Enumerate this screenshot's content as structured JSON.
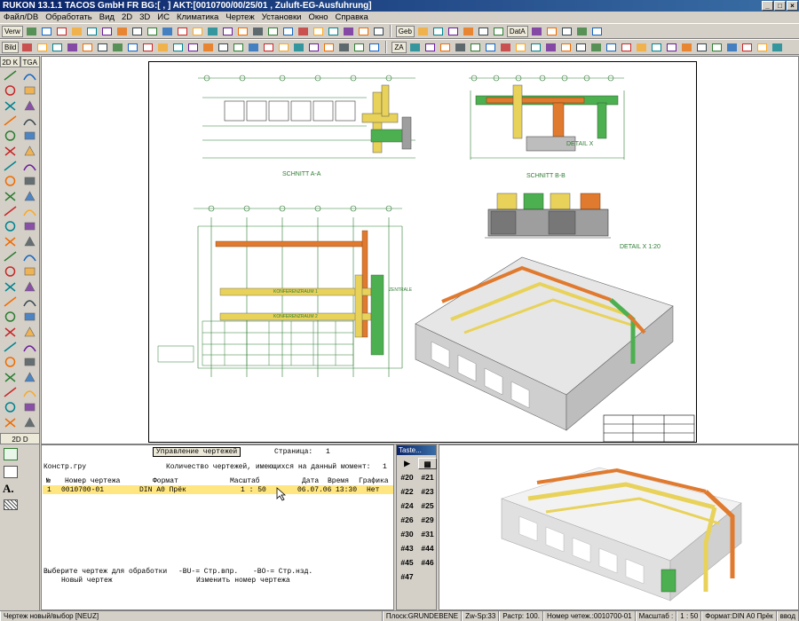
{
  "window": {
    "title": "RUKON 13.1.1 TACOS GmbH FR   BG:[  ,  ] AKT:[0010700/00/25/01 , Zuluft-EG-Ausfuhrung]"
  },
  "menu": [
    "Файл/DB",
    "Обработать",
    "Вид",
    "2D",
    "3D",
    "ИС",
    "Климатика",
    "Чертеж",
    "Установки",
    "Окно",
    "Справка"
  ],
  "toolbar1": {
    "labels": [
      "Verw",
      "Geb",
      "DatA"
    ]
  },
  "toolbar2": {
    "labels": [
      "Bild",
      "ZA"
    ]
  },
  "palette": {
    "top_labels": [
      "2D K",
      "TGA"
    ],
    "bottom_label": "2D D",
    "text_tool": "A."
  },
  "drawing": {
    "section_a": "SCHNITT A-A",
    "section_b": "SCHNITT B-B",
    "detail_x": "DETAIL X",
    "detail_x_scale": "DETAIL X 1:20",
    "room1": "KONFERENZRAUM 1",
    "room2": "KONFERENZRAUM 2",
    "central": "ZENTRALE"
  },
  "management": {
    "title": "Управление чертежей",
    "page_label": "Страница:",
    "page_value": "1",
    "group": "Констр.гру",
    "count_label": "Количество чертежей, имеющихся на данный момент:",
    "count_value": "1",
    "columns": [
      "№",
      "Номер чертежа",
      "Формат",
      "Масштаб",
      "Дата",
      "Время",
      "Графика"
    ],
    "rows": [
      {
        "n": "1",
        "number": "0010700-01",
        "format": "DIN A0 Прёк",
        "scale": "1 : 50",
        "date": "06.07.06",
        "time": "13:30",
        "graphics": "Нет"
      }
    ],
    "prompt": "Выберите чертеж для обработки",
    "hint_bu": "-BU-= Стр.впр.",
    "hint_bo": "-BO-= Стр.нзд.",
    "new_drawing": "Новый чертеж",
    "change_number": "Изменить номер чертежа"
  },
  "taste": {
    "title": "Taste...",
    "keys": [
      "#20",
      "#21",
      "#22",
      "#23",
      "#24",
      "#25",
      "#26",
      "#29",
      "#30",
      "#31",
      "#43",
      "#44",
      "#45",
      "#46",
      "#47"
    ]
  },
  "status": {
    "cells": [
      "Чертеж новый/выбор [NEUZ]",
      "Плоск:GRUNDEBENE",
      "Zw-Sp:33",
      "Растр: 100.",
      "Номер четеж.:0010700-01",
      "Масштаб :",
      "1 : 50",
      "Формат:DIN A0 Прёк",
      "ввод"
    ]
  },
  "colors": {
    "title_bar": "#0a246a",
    "duct_yellow": "#e8d25a",
    "duct_orange": "#e07a2e",
    "duct_green": "#4caf50",
    "highlight_row": "#ffe680"
  }
}
